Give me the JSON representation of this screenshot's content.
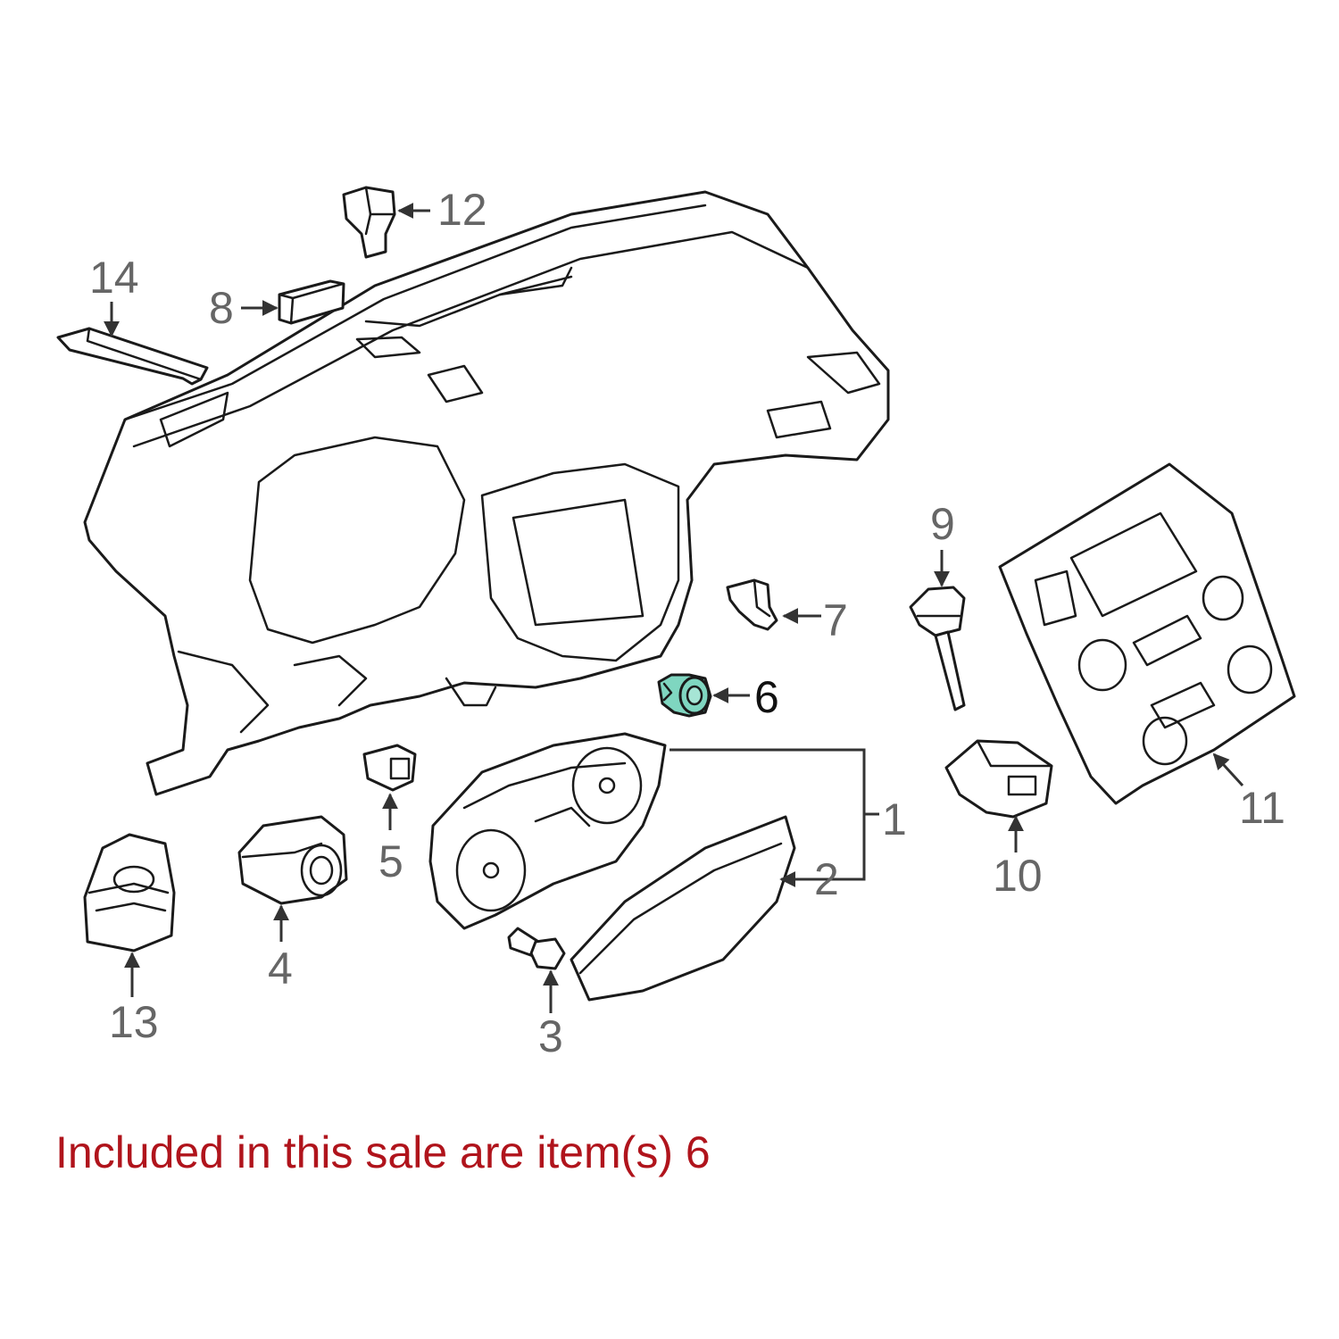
{
  "caption": "Included in this sale are item(s) 6",
  "colors": {
    "highlight_part": "#7fd6c0",
    "caption_text": "#b0141c",
    "callout_text": "#666666",
    "line_art": "#1a1a1a"
  },
  "callouts": {
    "c1": "1",
    "c2": "2",
    "c3": "3",
    "c4": "4",
    "c5": "5",
    "c6": "6",
    "c7": "7",
    "c8": "8",
    "c9": "9",
    "c10": "10",
    "c11": "11",
    "c12": "12",
    "c13": "13",
    "c14": "14"
  }
}
